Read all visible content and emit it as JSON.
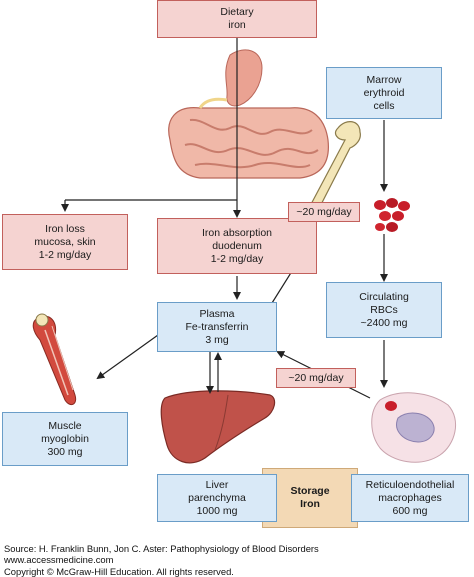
{
  "boxes": {
    "dietary": [
      "Dietary",
      "iron"
    ],
    "iron_loss": [
      "Iron loss",
      "mucosa, skin",
      "1-2 mg/day"
    ],
    "absorption": [
      "Iron absorption",
      "duodenum",
      "1-2 mg/day"
    ],
    "marrow": [
      "Marrow",
      "erythroid",
      "cells"
    ],
    "to_marrow": [
      "~20 mg/day"
    ],
    "plasma": [
      "Plasma",
      "Fe-transferrin",
      "3 mg"
    ],
    "circulating": [
      "Circulating",
      "RBCs",
      "~2400 mg"
    ],
    "recycle": [
      "~20 mg/day"
    ],
    "muscle": [
      "Muscle",
      "myoglobin",
      "300 mg"
    ],
    "liver": [
      "Liver",
      "parenchyma",
      "1000 mg"
    ],
    "storage": [
      "Storage",
      "Iron"
    ],
    "macrophages": [
      "Reticuloendothelial",
      "macrophages",
      "600 mg"
    ]
  },
  "source": [
    "Source: H. Franklin Bunn, Jon C. Aster: Pathophysiology of Blood Disorders",
    "www.accessmedicine.com",
    "Copyright © McGraw-Hill Education. All rights reserved."
  ],
  "colors": {
    "pink_box": "#f5d3d1",
    "blue_box": "#d9e9f7",
    "storage_box": "#f3d9b5",
    "organ": "#e8a090",
    "liver": "#c0524a",
    "bone": "#f3e6b8",
    "rbc": "#c81e2a"
  },
  "icons": [
    "stomach-intestine-icon",
    "femur-bone-icon",
    "red-blood-cells-icon",
    "muscle-arm-icon",
    "liver-icon",
    "macrophage-icon"
  ]
}
